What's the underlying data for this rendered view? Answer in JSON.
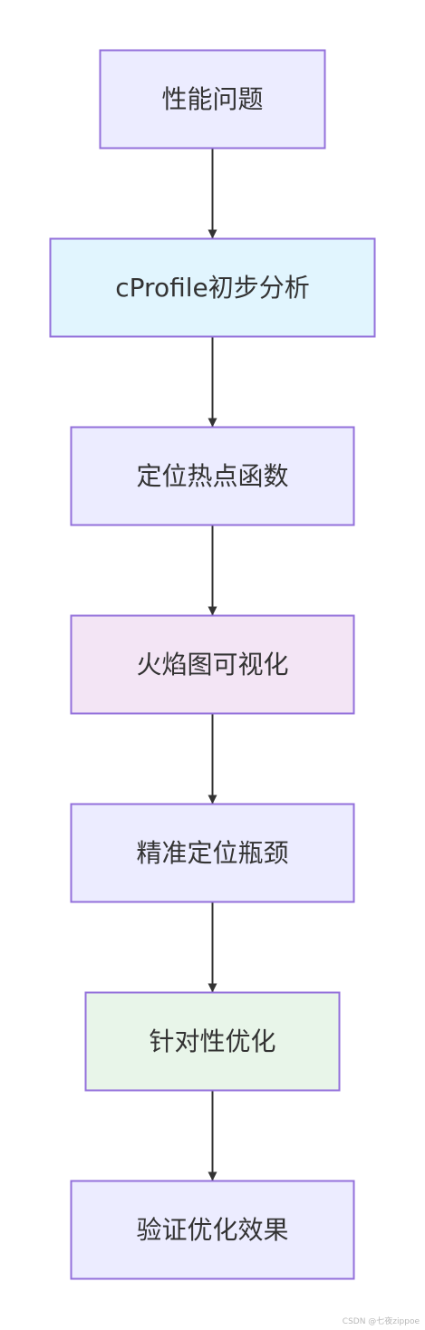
{
  "flow": {
    "nodes": [
      {
        "id": "n1",
        "label": "性能问题",
        "fill": "#ececff"
      },
      {
        "id": "n2",
        "label": "cProfile初步分析",
        "fill": "#e1f5fe"
      },
      {
        "id": "n3",
        "label": "定位热点函数",
        "fill": "#ececff"
      },
      {
        "id": "n4",
        "label": "火焰图可视化",
        "fill": "#f3e5f5"
      },
      {
        "id": "n5",
        "label": "精准定位瓶颈",
        "fill": "#ececff"
      },
      {
        "id": "n6",
        "label": "针对性优化",
        "fill": "#e8f5e9"
      },
      {
        "id": "n7",
        "label": "验证优化效果",
        "fill": "#ececff"
      }
    ],
    "edges": [
      {
        "from": "n1",
        "to": "n2"
      },
      {
        "from": "n2",
        "to": "n3"
      },
      {
        "from": "n3",
        "to": "n4"
      },
      {
        "from": "n4",
        "to": "n5"
      },
      {
        "from": "n5",
        "to": "n6"
      },
      {
        "from": "n6",
        "to": "n7"
      }
    ],
    "stroke_color": "#9370db",
    "edge_color": "#333333"
  },
  "watermark": "CSDN @七夜zippoe"
}
